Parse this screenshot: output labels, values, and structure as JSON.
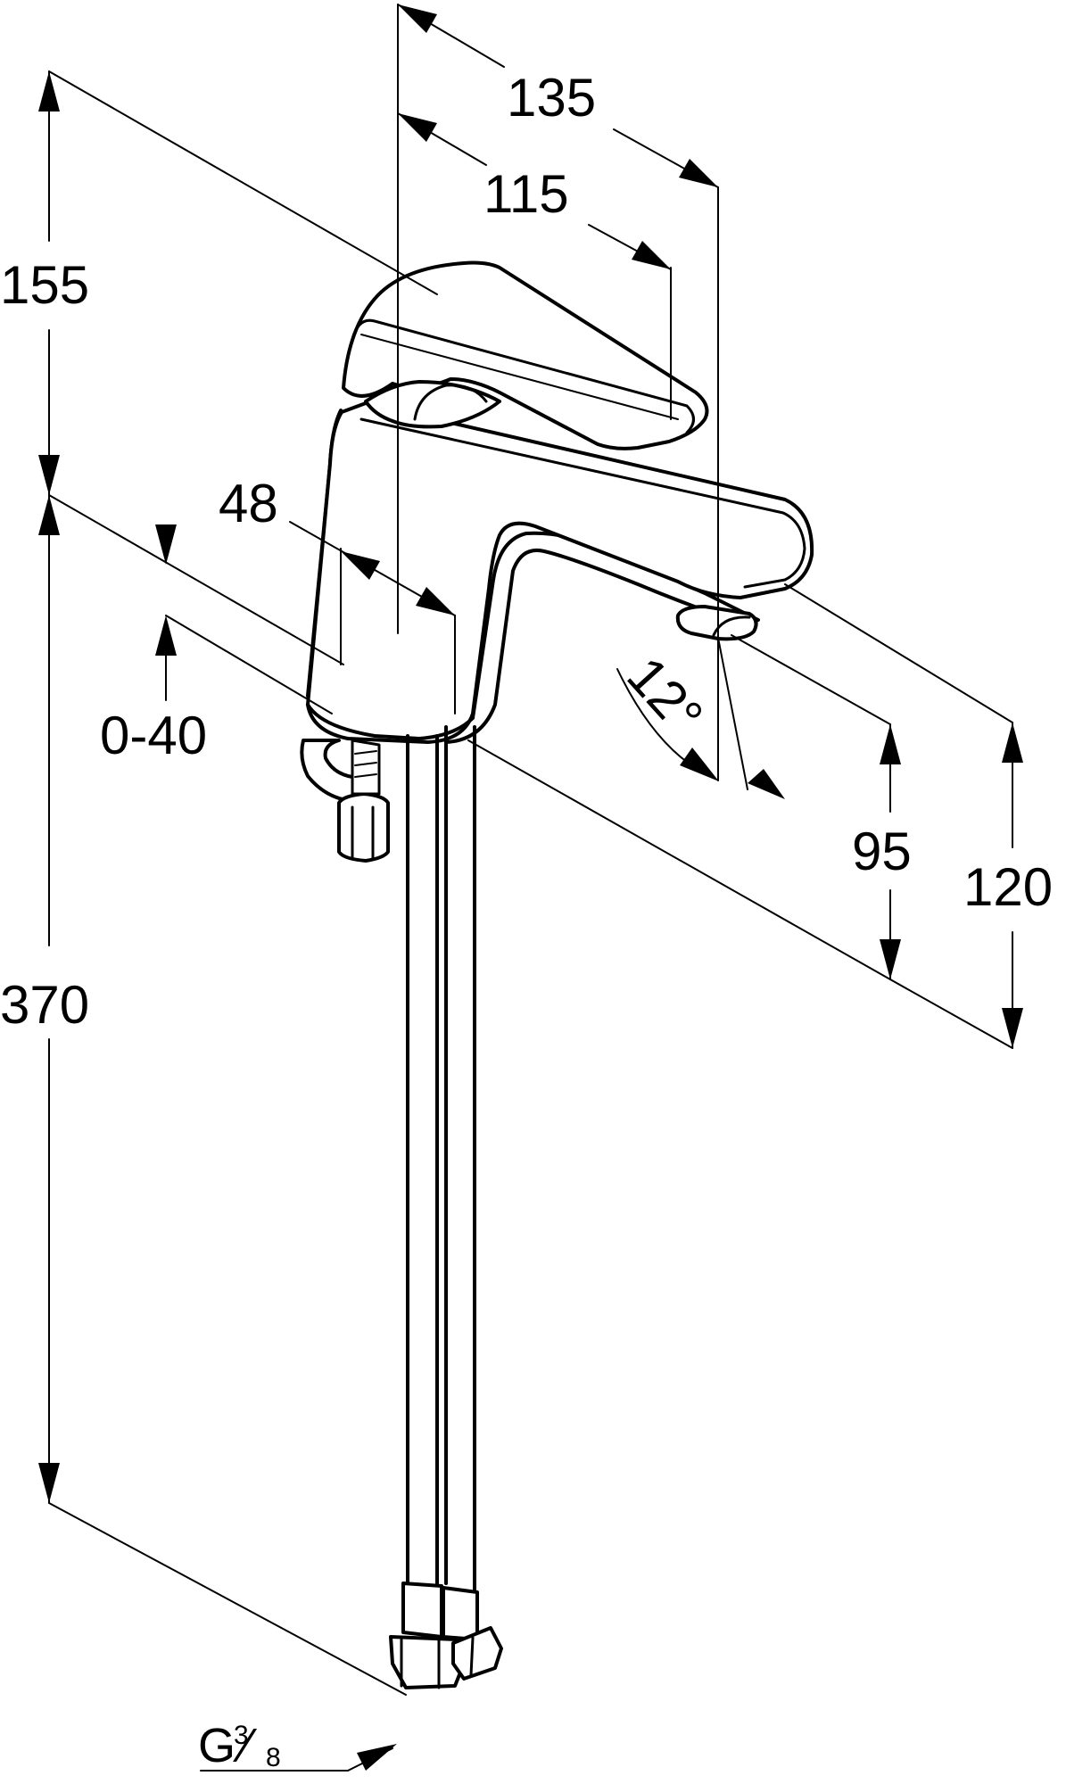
{
  "drawing": {
    "dimensions": {
      "spout_reach_outer": "135",
      "spout_reach_inner": "115",
      "total_height": "155",
      "body_diameter": "48",
      "deck_thickness": "0-40",
      "outlet_height": "95",
      "spout_height": "120",
      "hose_length": "370",
      "outlet_angle": "12°"
    },
    "thread": {
      "letter": "G",
      "numerator": "3",
      "denominator": "8"
    }
  }
}
